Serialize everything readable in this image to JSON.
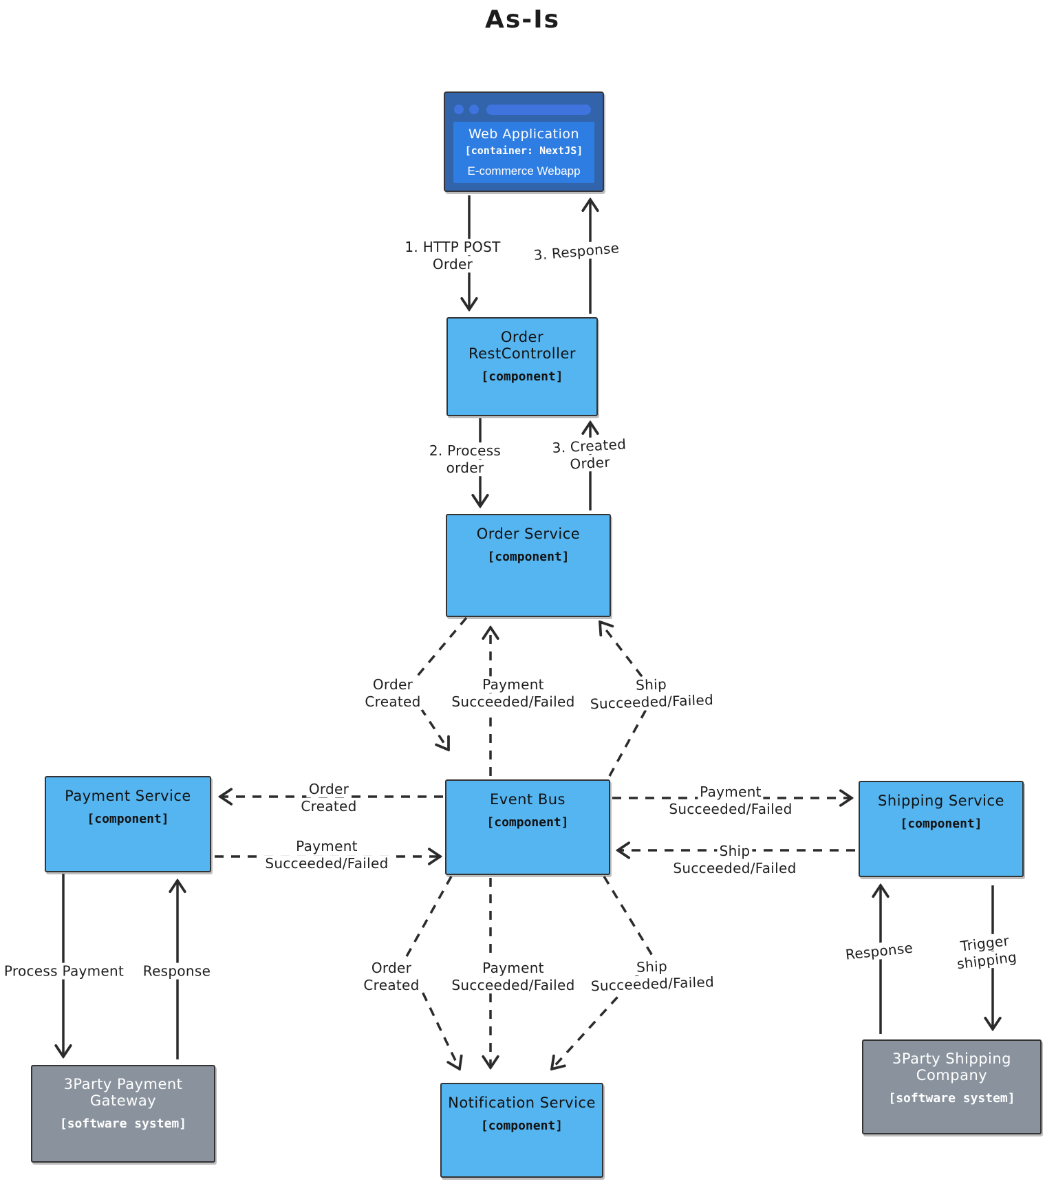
{
  "title": "As-Is",
  "colors": {
    "node_blue": "#55b5f0",
    "node_gray": "#8a939d",
    "browser_frame": "#3164ab",
    "browser_accent": "#3f74de",
    "browser_panel": "#2e7de2",
    "edge": "#2b2b2b"
  },
  "nodes": {
    "web_application": {
      "title": "Web Application",
      "meta": "[container: NextJS]",
      "desc": "E-commerce Webapp"
    },
    "order_rest_controller": {
      "title": "Order RestController",
      "meta": "[component]"
    },
    "order_service": {
      "title": "Order Service",
      "meta": "[component]"
    },
    "event_bus": {
      "title": "Event Bus",
      "meta": "[component]"
    },
    "payment_service": {
      "title": "Payment Service",
      "meta": "[component]"
    },
    "shipping_service": {
      "title": "Shipping Service",
      "meta": "[component]"
    },
    "notification_service": {
      "title": "Notification Service",
      "meta": "[component]"
    },
    "payment_gateway": {
      "title": "3Party Payment Gateway",
      "meta": "[software system]"
    },
    "shipping_company": {
      "title": "3Party Shipping Company",
      "meta": "[software system]"
    }
  },
  "edges": {
    "http_post": "1. HTTP POST\nOrder",
    "response_web": "3. Response",
    "process_order": "2. Process\norder",
    "created_order": "3. Created\nOrder",
    "order_created_up": "Order\nCreated",
    "payment_up": "Payment\nSucceeded/Failed",
    "ship_up": "Ship\nSucceeded/Failed",
    "order_created_left": "Order\nCreated",
    "payment_left": "Payment\nSucceeded/Failed",
    "payment_right": "Payment\nSucceeded/Failed",
    "ship_right": "Ship\nSucceeded/Failed",
    "order_created_down": "Order\nCreated",
    "payment_down": "Payment\nSucceeded/Failed",
    "ship_down": "Ship\nSucceeded/Failed",
    "process_payment": "Process Payment",
    "response_payment": "Response",
    "response_shipping": "Response",
    "trigger_shipping": "Trigger\nshipping"
  }
}
